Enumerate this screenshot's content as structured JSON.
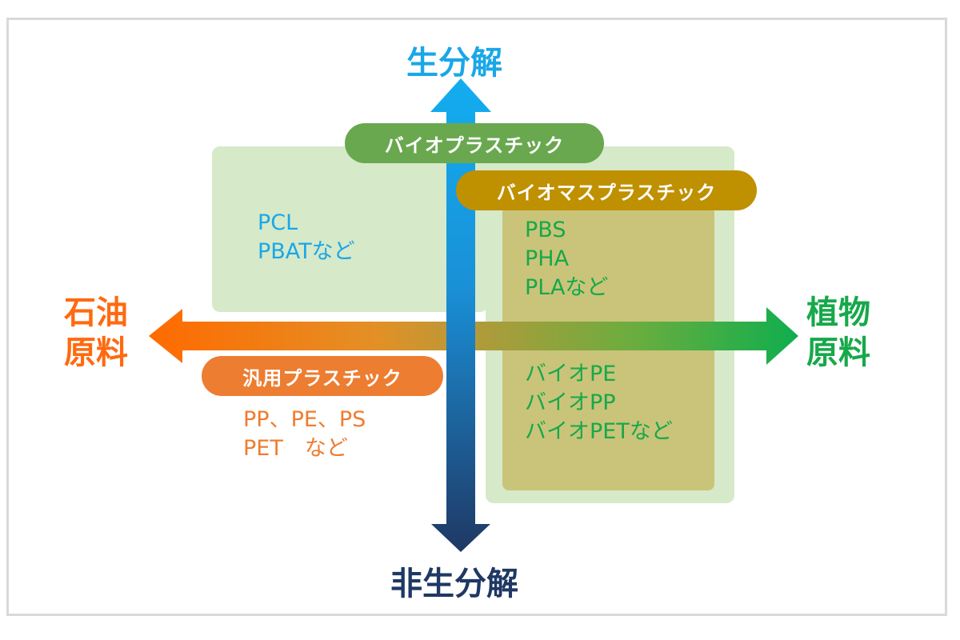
{
  "axes": {
    "top": "生分解",
    "bottom": "非生分解",
    "left_line1": "石油",
    "left_line2": "原料",
    "right_line1": "植物",
    "right_line2": "原料"
  },
  "badges": {
    "bioplastic": "バイオプラスチック",
    "biomass_plastic": "バイオマスプラスチック",
    "general_plastic": "汎用プラスチック"
  },
  "lists": {
    "petro_biodegradable": [
      "PCL",
      "PBATなど"
    ],
    "plant_biodegradable": [
      "PBS",
      "PHA",
      "PLAなど"
    ],
    "plant_nonbiodegradable": [
      "バイオPE",
      "バイオPP",
      "バイオPETなど"
    ],
    "petro_nonbiodegradable": [
      "PP、PE、PS",
      "PET　など"
    ]
  },
  "colors": {
    "biodegradable": "#1aa7e8",
    "non_biodegradable": "#1f3864",
    "petroleum": "#ff6a10",
    "plant": "#17a84a",
    "bioplastic_badge": "#6aa84f",
    "biomass_badge": "#bf9000",
    "general_badge": "#ed7d31",
    "light_region": "#d6e9c9",
    "olive_region": "#c9c47a"
  }
}
